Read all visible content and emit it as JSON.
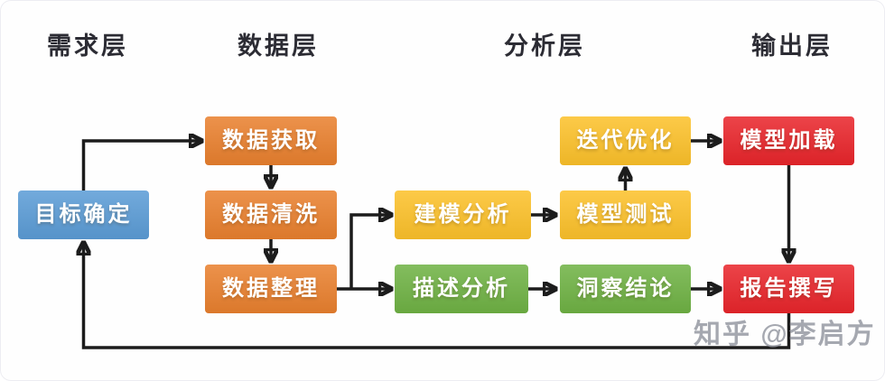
{
  "diagram": {
    "type": "flowchart",
    "layer_headers": [
      {
        "id": "requirements",
        "label": "需求层"
      },
      {
        "id": "data",
        "label": "数据层"
      },
      {
        "id": "analysis",
        "label": "分析层"
      },
      {
        "id": "output",
        "label": "输出层"
      }
    ],
    "nodes": {
      "goal": {
        "label": "目标确定",
        "color": "#5b9cd6",
        "layer": "需求层"
      },
      "acquire": {
        "label": "数据获取",
        "color": "#e9802e",
        "layer": "数据层"
      },
      "clean": {
        "label": "数据清洗",
        "color": "#e9802e",
        "layer": "数据层"
      },
      "organize": {
        "label": "数据整理",
        "color": "#e9802e",
        "layer": "数据层"
      },
      "modeling": {
        "label": "建模分析",
        "color": "#fcc12a",
        "layer": "分析层"
      },
      "describe": {
        "label": "描述分析",
        "color": "#6fb244",
        "layer": "分析层"
      },
      "iterate": {
        "label": "迭代优化",
        "color": "#fcc12a",
        "layer": "分析层"
      },
      "test": {
        "label": "模型测试",
        "color": "#fcc12a",
        "layer": "分析层"
      },
      "insight": {
        "label": "洞察结论",
        "color": "#6fb244",
        "layer": "分析层"
      },
      "load": {
        "label": "模型加载",
        "color": "#e9252b",
        "layer": "输出层"
      },
      "report": {
        "label": "报告撰写",
        "color": "#e9252b",
        "layer": "输出层"
      }
    },
    "edges": [
      {
        "from": "goal",
        "to": "acquire"
      },
      {
        "from": "acquire",
        "to": "clean"
      },
      {
        "from": "clean",
        "to": "organize"
      },
      {
        "from": "organize",
        "to": "modeling"
      },
      {
        "from": "organize",
        "to": "describe"
      },
      {
        "from": "modeling",
        "to": "test"
      },
      {
        "from": "test",
        "to": "iterate"
      },
      {
        "from": "iterate",
        "to": "load"
      },
      {
        "from": "load",
        "to": "report"
      },
      {
        "from": "describe",
        "to": "insight"
      },
      {
        "from": "insight",
        "to": "report"
      },
      {
        "from": "report",
        "to": "goal"
      }
    ],
    "colors": {
      "arrow": "#1c1c1c",
      "header_text": "#2c2c34",
      "node_text": "#ffffff",
      "watermark_text": "#90939d",
      "background": "#fefefe"
    },
    "watermark": "知乎 @李启方"
  }
}
